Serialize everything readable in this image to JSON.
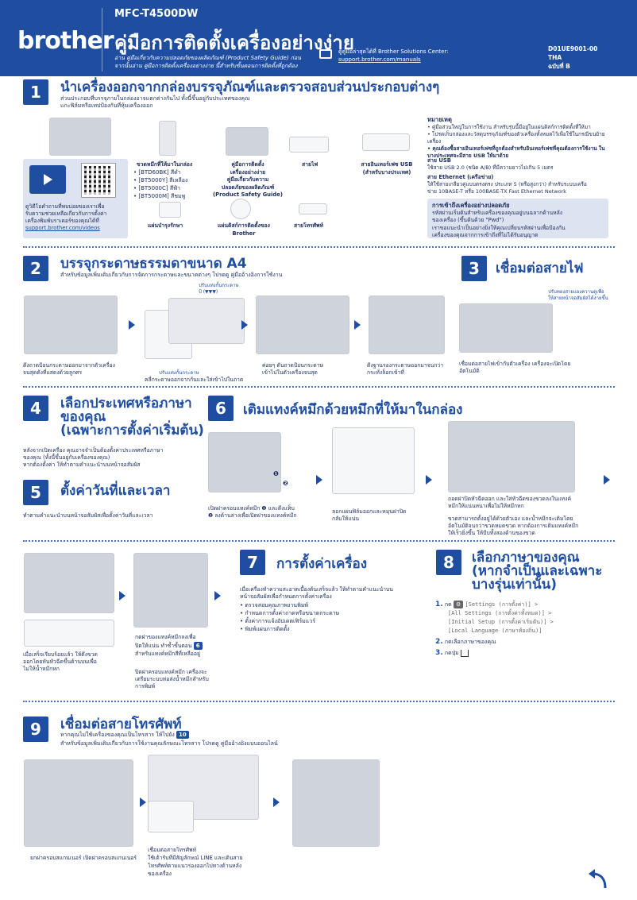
{
  "header": {
    "logo": "brother",
    "model": "MFC-T4500DW",
    "title": "คู่มือการติดตั้งเครื่องอย่างง่าย",
    "note_line1": "อ่าน คู่มือเกี่ยวกับความปลอดภัยของผลิตภัณฑ์ (Product Safety Guide) ก่อน",
    "note_line2": "จากนั้นอ่าน คู่มือการติดตั้งเครื่องอย่างง่าย นี้สำหรับขั้นตอนการติดตั้งที่ถูกต้อง",
    "support_line1": "ดูคู่มือล่าสุดได้ที่ Brother Solutions Center:",
    "support_url": "support.brother.com/manuals",
    "doc_code": "D01UE9001-00",
    "lang": "THA",
    "version": "ฉบับที่ B"
  },
  "s1": {
    "num": "1",
    "title": "นำเครื่องออกจากกล่องบรรจุภัณฑ์และตรวจสอบส่วนประกอบต่างๆ",
    "sub1": "ส่วนประกอบที่บรรจุภายในกล่องอาจแตกต่างกันไป ทั้งนี้ขึ้นอยู่กับประเทศของคุณ",
    "sub2": "แกะฟิล์มหรือเทปป้องกันที่หุ้มเครื่องออก",
    "video_text1": "ดูวิดีโอคำถามที่พบบ่อยของเราเพื่อ",
    "video_text2": "รับความช่วยเหลือเกี่ยวกับการตั้งค่า",
    "video_text3": "เครื่องพิมพ์บราเดอร์ของคุณได้ที่",
    "video_link": "support.brother.com/videos",
    "ink_title": "ขวดหมึกที่ให้มาในกล่อง",
    "ink": [
      "[BTD60BK] สีดำ",
      "[BT5000Y] สีเหลือง",
      "[BT5000C] สีฟ้า",
      "[BT5000M] สีชมพู"
    ],
    "guides1": "คู่มือการติดตั้ง",
    "guides2": "เครื่องอย่างง่าย",
    "guides3": "คู่มือเกี่ยวกับความ",
    "guides4": "ปลอดภัยของผลิตภัณฑ์",
    "guides5": "(Product Safety Guide)",
    "power": "สายไฟ",
    "usb1": "สายอินเทอร์เฟซ USB",
    "usb2": "(สำหรับบางประเทศ)",
    "sheet": "แผ่นบำรุงรักษา",
    "disc1": "แผ่นดิสก์การติดตั้งของ",
    "disc2": "Brother",
    "phone": "สายโทรศัพท์",
    "notes_title": "หมายเหตุ",
    "notes": [
      "คู่มือส่วนใหญ่ในการใช้งาน สำหรับรุ่นนี้มีอยู่ในแผ่นดิสก์การติดตั้งที่ให้มา",
      "โปรดเก็บกล่องและวัสดุบรรจุภัณฑ์ของตัวเครื่องทั้งหมดไว้เพื่อใช้ในกรณีขนย้ายเครื่อง",
      "คุณต้องซื้อสายอินเทอร์เฟซที่ถูกต้องสำหรับอินเทอร์เฟซที่คุณต้องการใช้งาน ในบางประเทศจะมีสาย USB ให้มาด้วย"
    ],
    "usb_cable_title": "สาย USB",
    "usb_cable_text": "ใช้สาย USB 2.0 (ชนิด A/B) ที่มีความยาวไม่เกิน 5 เมตร",
    "eth_title": "สาย Ethernet (เครือข่าย)",
    "eth_text1": "ให้ใช้สายเกลียวคู่แบบตรงตรง ประเภท 5 (หรือสูงกว่า) สำหรับระบบเครือ",
    "eth_text2": "ข่าย 10BASE-T หรือ 100BASE-TX Fast Ethernet Network",
    "secure_title": "การเข้าถึงเครื่องอย่างปลอดภัย",
    "secure_text1": "รหัสผ่านเริ่มต้นสำหรับเครื่องของคุณอยู่บนฉลากด้านหลัง",
    "secure_text2": "ของเครื่อง (ขึ้นต้นด้วย \"Pwd\")",
    "secure_text3": "เราขอแนะนำเป็นอย่างยิ่งให้คุณเปลี่ยนรหัสผ่านเพื่อป้องกัน",
    "secure_text4": "เครื่องของคุณจากการเข้าถึงที่ไม่ได้รับอนุญาต"
  },
  "s2": {
    "num": "2",
    "title": "บรรจุกระดาษธรรมดาขนาด A4",
    "sub": "สำหรับข้อมูลเพิ่มเติมเกี่ยวกับการจัดการกระดาษและขนาดต่างๆ โปรดดู คู่มืออ้างอิงการใช้งาน",
    "callout_guide": "ปรับแท่งกั้นกระดาษ",
    "callout_mark": "ป้ (▼▼▼)",
    "cap1a": "ดึงถาดป้อนกระดาษออกมาจากตัวเครื่อง",
    "cap1b": "จนสุดดังที่แสดงด้วยลูกศร",
    "cap2a": "คลี่กระดาษออกจากกันและใส่เข้าไปในถาด",
    "cap2b": "ปรับแท่งกั้นกระดาษ",
    "cap3a": "ค่อยๆ ดันถาดป้อนกระดาษ",
    "cap3b": "เข้าไปในตัวเครื่องจนสุด",
    "cap4a": "ดึงฐานรองกระดาษออกมาจนกว่า",
    "cap4b": "กระทั่งล็อกเข้าที่"
  },
  "s3": {
    "num": "3",
    "title": "เชื่อมต่อสายไฟ",
    "callout1": "ปรับทองสายแองควานดูเพื่อ",
    "callout2": "ให้สายหน้าจอสัมผัสได้ง่ายขึ้น",
    "cap1": "เชื่อมต่อสายไฟเข้ากับตัวเครื่อง เครื่องจะเปิดโดย",
    "cap2": "อัตโนมัติ"
  },
  "s4": {
    "num": "4",
    "title1": "เลือกประเทศหรือภาษา",
    "title2": "ของคุณ",
    "title3": "(เฉพาะการตั้งค่าเริ่มต้น)",
    "text1": "หลังจากเปิดเครื่อง คุณอาจจำเป็นต้องตั้งค่าประเทศหรือภาษา",
    "text2": "ของคุณ (ทั้งนี้ขึ้นอยู่กับเครื่องของคุณ)",
    "text3": "หากต้องตั้งค่า ให้ทำตามคำแนะนำบนหน้าจอสัมผัส"
  },
  "s5": {
    "num": "5",
    "title": "ตั้งค่าวันที่และเวลา",
    "text": "ทำตามคำแนะนำบนหน้าจอสัมผัสเพื่อตั้งค่าวันที่และเวลา"
  },
  "s6": {
    "num": "6",
    "title": "เติมแทงค์หมึกด้วยหมึกที่ให้มาในกล่อง",
    "c1": "❶",
    "c2": "❷",
    "cap1a": "เปิดฝาครอบแทงค์หมึก ❶ และดึงแท็บ",
    "cap1b": "❷ ลงด้านล่างเพื่อเปิดฝาของแทงค์หมึก",
    "cap2a": "ลอกแผ่นฟิล์มออกและหมุนฝาปิด",
    "cap2b": "กลับให้แน่น",
    "cap3a": "ถอดฝาปิดหัวฉีดออก และใส่หัวฉีดของขวดลงในแทงค์",
    "cap3b": "หมึกให้แน่นหนาเพื่อไม่ให้หมึกหก",
    "cap3c": "ขวดสามารถตั้งอยู่ได้ด้วยตัวเอง และน้ำหมึกจะเติมโดย",
    "cap3d": "อัตโนมัติจนกว่าขวดหมดขวด หากต้องการเติมแทงค์หมึก",
    "cap3e": "ให้เร็วยิ่งขึ้น ให้บีบทั้งสองด้านของขวด",
    "cap4a": "เมื่อเสร็จเรียบร้อยแล้ว ให้ดึงขวด",
    "cap4b": "ออกโดยหันหัวฉีดขึ้นด้านบนเพื่อ",
    "cap4c": "ไม่ให้น้ำหมึกหก",
    "cap5a": "กดฝาของแทงค์หมึกลงเพื่อ",
    "cap5b": "ปิดให้แน่น ทำซ้ำขั้นตอน",
    "badge": "6",
    "cap5c": "สำหรับแทงค์หมึกสีที่เหลืออยู่",
    "cap6a": "ปิดฝาครอบแทงค์หมึก เครื่องจะ",
    "cap6b": "เตรียมระบบท่อส่งน้ำหมึกสำหรับ",
    "cap6c": "การพิมพ์"
  },
  "s7": {
    "num": "7",
    "title": "การตั้งค่าเครื่อง",
    "text1": "เมื่อเครื่องทำความสะอาดเบื้องต้นเสร็จแล้ว ให้ทำตามคำแนะนำบน",
    "text2": "หน้าจอสัมผัสเพื่อกำหนดการตั้งค่าเครื่อง",
    "items": [
      "ตรวจสอบคุณภาพงานพิมพ์",
      "กำหนดการตั้งค่าถาดหรือขนาดกระดาษ",
      "ตั้งค่าการแจ้งอัปเดตเฟิร์มแวร์",
      "พิมพ์แผ่นการติดตั้ง"
    ]
  },
  "s8": {
    "num": "8",
    "title1": "เลือกภาษาของคุณ",
    "title2": "(หากจำเป็นและเฉพาะ",
    "title3": "บางรุ่นเท่านั้น)",
    "n1": "1.",
    "s1a": "กด",
    "s1b": "[Settings (การตั้งค่า)] >",
    "s1c": "[All Settings (การตั้งค่าทั้งหมด)] >",
    "s1d": "[Initial Setup (การตั้งค่าเริ่มต้น)] >",
    "s1e": "[Local Language (ภาษาท้องถิ่น)]",
    "n2": "2.",
    "s2": "กดเลือกภาษาของคุณ",
    "n3": "3.",
    "s3": "กดปุ่ม"
  },
  "s9": {
    "num": "9",
    "title": "เชื่อมต่อสายโทรศัพท์",
    "sub1a": "หากคุณไม่ใช้เครื่องของคุณเป็นโทรสาร ให้ไปยัง",
    "badge": "10",
    "sub2": "สำหรับข้อมูลเพิ่มเติมเกี่ยวกับการใช้งานคุณลักษณะโทรสาร โปรดดู คู่มืออ้างอิงแบบออนไลน์",
    "cap1": "ยกฝาครอบสแกนเนอร์ เปิดฝาครอบสแกนเนอร์",
    "cap2a": "เชื่อมต่อสายโทรศัพท์",
    "cap2b": "ใช้เต้ารับที่มีสัญลักษณ์ LINE และเดินสาย",
    "cap2c": "โทรศัพท์ตามแนวร่องออกไปทางด้านหลัง",
    "cap2d": "ของเครื่อง"
  }
}
